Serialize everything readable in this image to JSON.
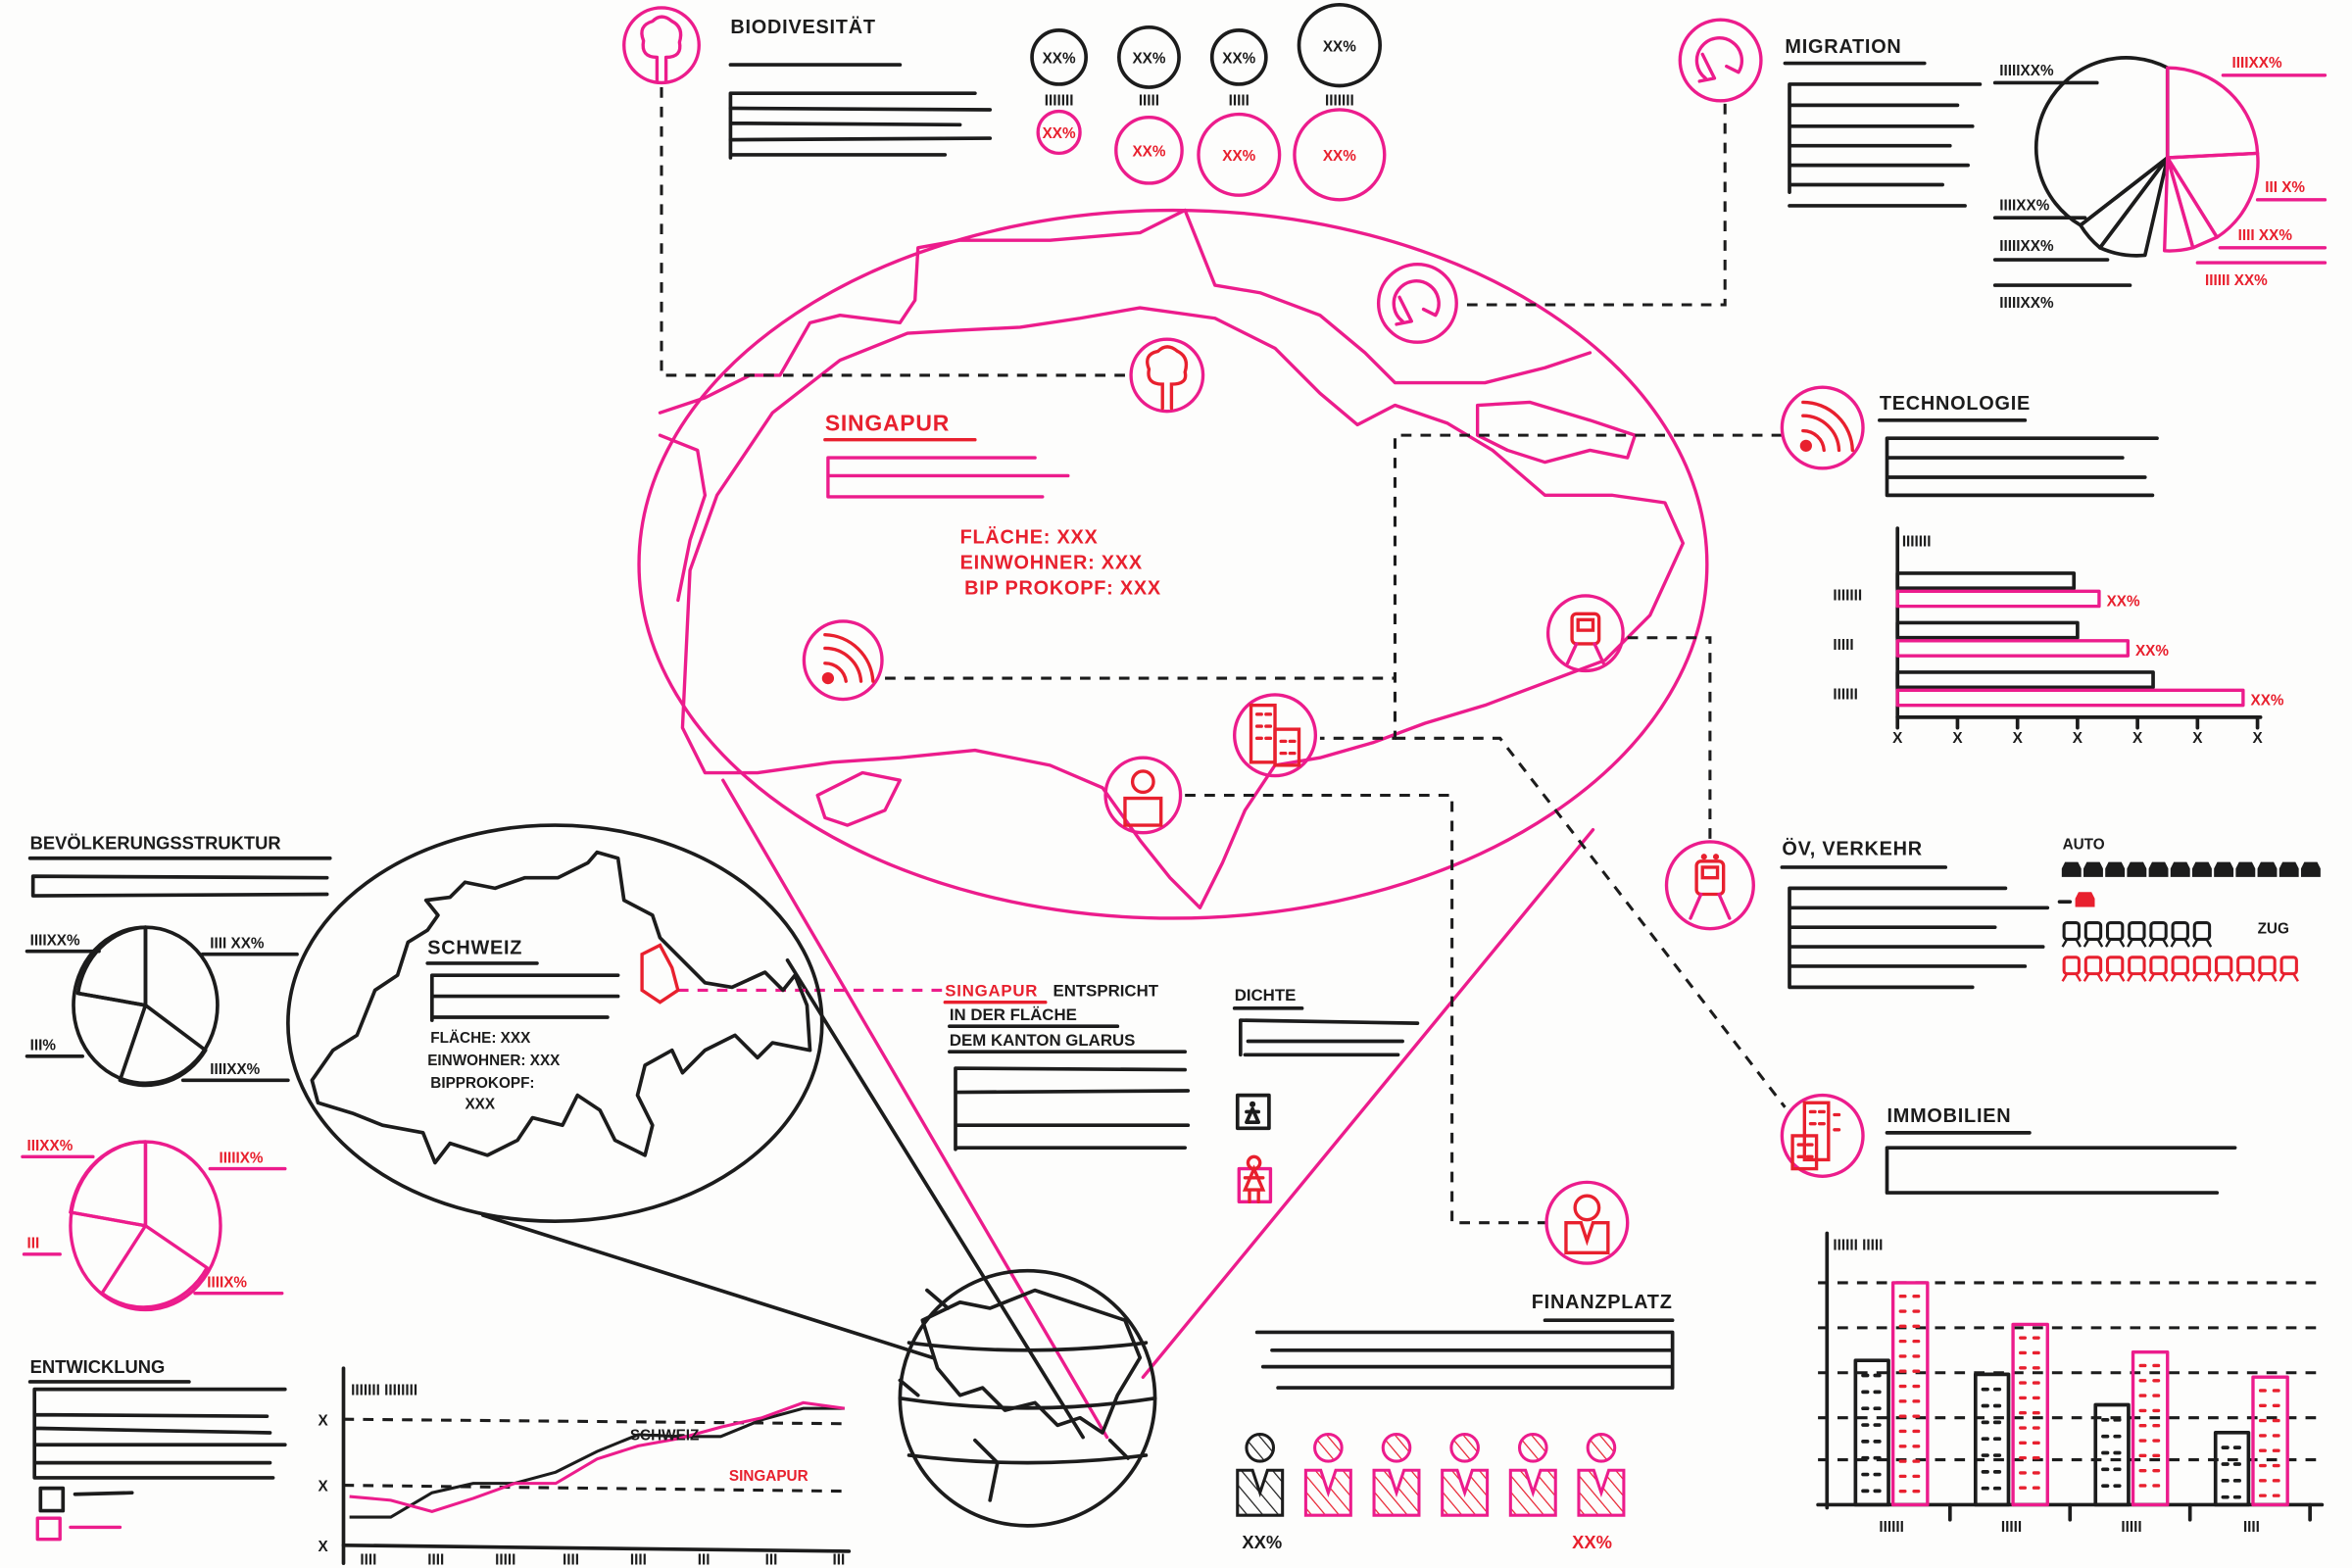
{
  "colors": {
    "ink": "#1c1c1c",
    "magenta": "#ec1c8c",
    "red": "#e8202e"
  },
  "map": {
    "title": "SINGAPUR",
    "stats": [
      "FLÄCHE: XXX",
      "EINWOHNER: XXX",
      "BIP PROKOPF: XXX"
    ]
  },
  "biodiversitaet": {
    "title": "BIODIVESITÄT",
    "swiss_values": [
      "XX%",
      "XX%",
      "XX%",
      "XX%"
    ],
    "tick_labels": [
      "IIIIIII",
      "IIIII",
      "IIIII",
      "IIIIIII"
    ],
    "singapore_values": [
      "XX%",
      "XX%",
      "XX%",
      "XX%"
    ]
  },
  "migration": {
    "title": "MIGRATION",
    "swiss_labels": [
      "IIIIIXX%",
      "IIIIXX%",
      "IIIIIXX%",
      "IIIIIXX%"
    ],
    "singapore_labels": [
      "IIIIXX%",
      "III X%",
      "IIII XX%",
      "IIIIII XX%"
    ]
  },
  "technologie": {
    "title": "TECHNOLOGIE",
    "axis_label": "IIIIIII",
    "rows": [
      {
        "label": "IIIIIII",
        "swiss": 0.49,
        "singapore": 0.56,
        "value": "XX%"
      },
      {
        "label": "IIIII",
        "swiss": 0.5,
        "singapore": 0.64,
        "value": "XX%"
      },
      {
        "label": "IIIIII",
        "swiss": 0.71,
        "singapore": 0.96,
        "value": "XX%"
      }
    ],
    "x_ticks": [
      "X",
      "X",
      "X",
      "X",
      "X",
      "X",
      "X"
    ]
  },
  "verkehr": {
    "title": "ÖV, VERKEHR",
    "auto_label": "AUTO",
    "zug_label": "ZUG",
    "swiss_cars": 12,
    "singapore_cars": 1,
    "swiss_trains": 7,
    "singapore_trains": 11
  },
  "immobilien": {
    "title": "IMMOBILIEN",
    "axis_label": "IIIIII IIIII",
    "groups": [
      {
        "label": "IIIIII",
        "swiss": 0.52,
        "singapore": 0.8
      },
      {
        "label": "IIIII",
        "swiss": 0.47,
        "singapore": 0.65
      },
      {
        "label": "IIIII",
        "swiss": 0.36,
        "singapore": 0.55
      },
      {
        "label": "IIII",
        "swiss": 0.26,
        "singapore": 0.46
      }
    ]
  },
  "finanzplatz": {
    "title": "FINANZPLATZ",
    "swiss_people": 1,
    "singapore_people": 5,
    "swiss_value": "XX%",
    "singapore_value": "XX%"
  },
  "dichte": {
    "title": "DICHTE"
  },
  "vergleich": {
    "highlight": "SINGAPUR",
    "line1": "ENTSPRICHT",
    "line2": "IN DER FLÄCHE",
    "line3": "DEM KANTON GLARUS"
  },
  "schweiz": {
    "title": "SCHWEIZ",
    "stats": [
      "FLÄCHE: XXX",
      "EINWOHNER: XXX",
      "BIPPROKOPF:",
      "XXX"
    ]
  },
  "bevoelkerung": {
    "title": "BEVÖLKERUNGSSTRUKTUR",
    "swiss_labels": [
      "IIIIXX%",
      "IIII XX%",
      "III%",
      "IIIIXX%"
    ],
    "singapore_labels": [
      "IIIXX%",
      "IIIIIX%",
      "III",
      "IIIIX%"
    ]
  },
  "entwicklung": {
    "title": "ENTWICKLUNG",
    "axis_label": "IIIIIII IIIIIIII",
    "y_ticks": [
      "X",
      "X",
      "X"
    ],
    "x_ticks": [
      "IIII",
      "IIII",
      "IIIII",
      "IIII",
      "IIII",
      "III",
      "III",
      "III"
    ],
    "series": [
      {
        "name": "SCHWEIZ",
        "y": [
          1.5,
          1.5,
          2.8,
          3.3,
          3.3,
          3.9,
          5.0,
          5.9,
          5.8,
          5.8,
          6.7,
          7.3,
          7.3
        ]
      },
      {
        "name": "SINGAPUR",
        "y": [
          2.6,
          2.4,
          1.8,
          2.5,
          3.3,
          3.3,
          4.6,
          5.3,
          5.7,
          6.3,
          6.8,
          7.6,
          7.3
        ]
      }
    ]
  }
}
